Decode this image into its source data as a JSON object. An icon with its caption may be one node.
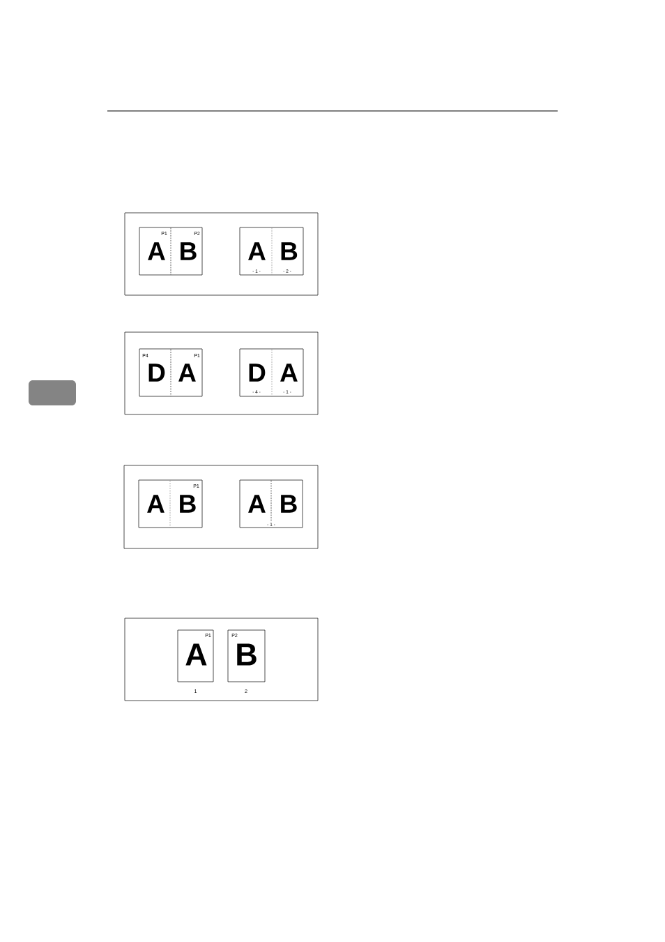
{
  "diagram": {
    "nodes": [
      {
        "text": [],
        "shape": "box"
      },
      {
        "text": [
          "P1",
          "P2",
          "A",
          "B"
        ],
        "in": 0
      },
      {
        "text": [
          "A",
          "B",
          "- 1 -",
          "- 2 -"
        ],
        "in": 0
      },
      {
        "text": [],
        "shape": "box"
      },
      {
        "text": [
          "P4",
          "P1",
          "D",
          "A"
        ],
        "in": 3
      },
      {
        "text": [
          "D",
          "A",
          "- 4 -",
          "- 1 -"
        ],
        "in": 3
      },
      {
        "text": [],
        "shape": "box"
      },
      {
        "text": [
          "P1",
          "A",
          "B"
        ],
        "in": 6
      },
      {
        "text": [
          "A",
          "B",
          "- 1 -"
        ],
        "in": 6
      },
      {
        "text": [],
        "shape": "box"
      },
      {
        "text": [
          "P1",
          "A"
        ],
        "in": 9,
        "beside": [
          "1"
        ]
      },
      {
        "text": [
          "P2",
          "B"
        ],
        "in": 9,
        "beside": [
          "2"
        ]
      }
    ]
  }
}
